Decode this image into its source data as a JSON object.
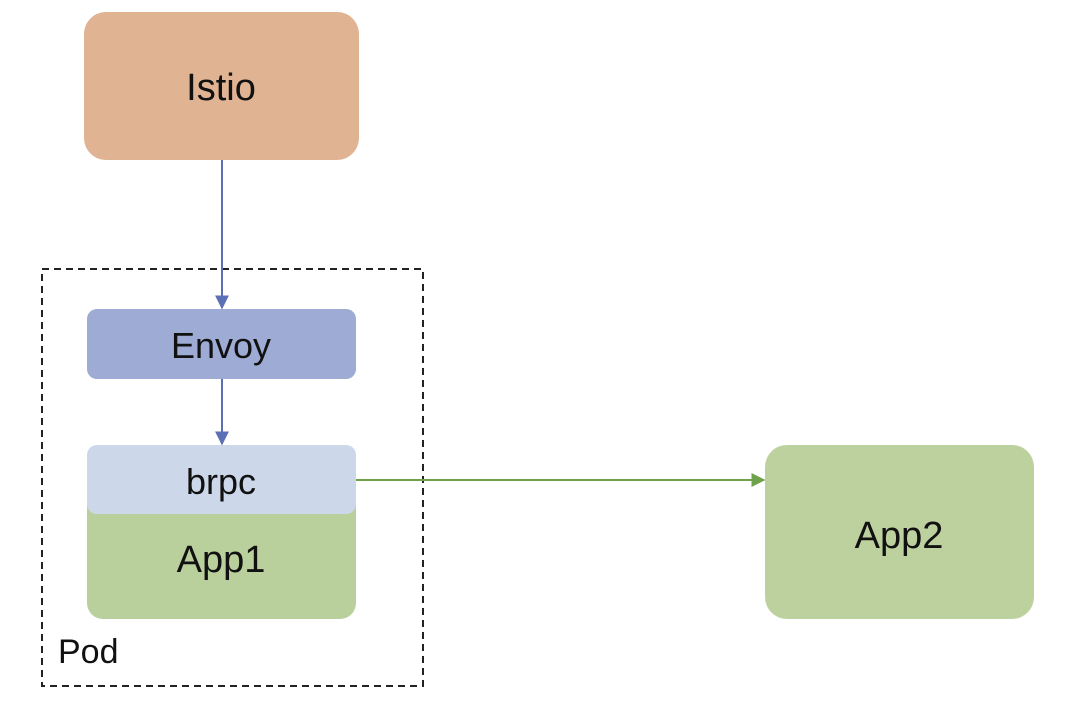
{
  "diagram": {
    "nodes": {
      "istio": {
        "label": "Istio",
        "fill": "#e0b393"
      },
      "envoy": {
        "label": "Envoy",
        "fill": "#9dabd5"
      },
      "brpc": {
        "label": "brpc",
        "fill": "#ccd8ea"
      },
      "app1": {
        "label": "App1",
        "fill": "#b9cf9c"
      },
      "app2": {
        "label": "App2",
        "fill": "#bdd19e"
      }
    },
    "group": {
      "label": "Pod",
      "border": "dashed"
    },
    "edges": [
      {
        "from": "istio",
        "to": "envoy",
        "color": "#5b6fb5"
      },
      {
        "from": "envoy",
        "to": "brpc",
        "color": "#5b6fb5"
      },
      {
        "from": "brpc",
        "to": "app2",
        "color": "#70a24b"
      }
    ]
  }
}
